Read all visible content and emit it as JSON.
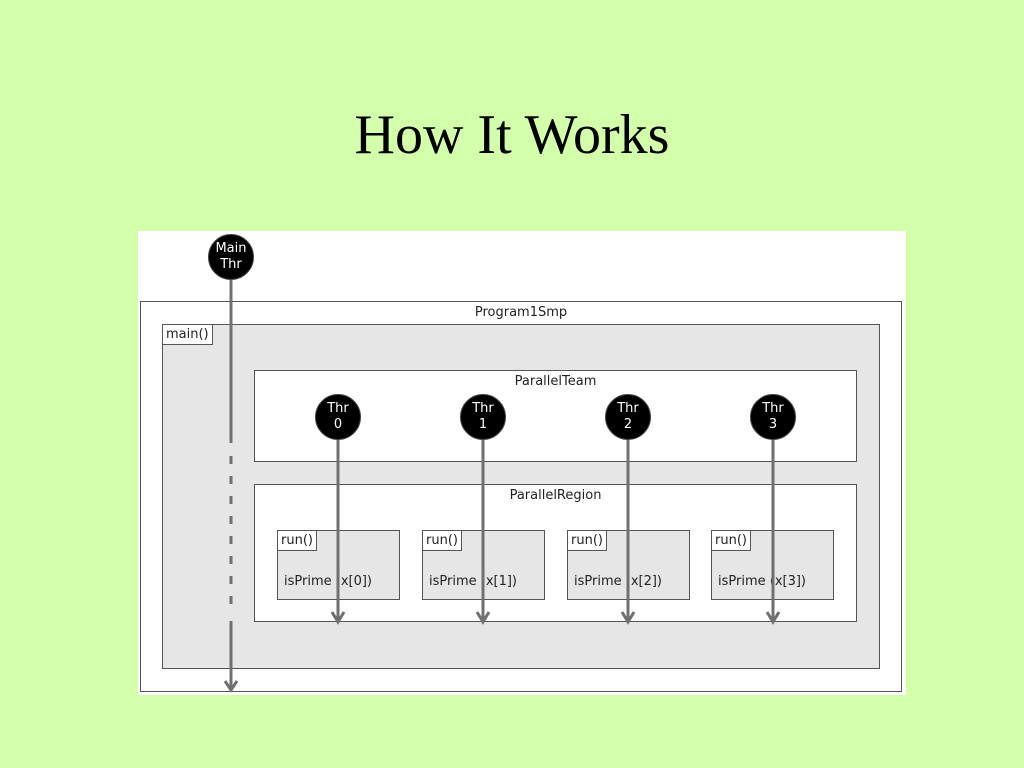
{
  "slide": {
    "title": "How It Works"
  },
  "diagram": {
    "main_thread": {
      "line1": "Main",
      "line2": "Thr"
    },
    "program_label": "Program1Smp",
    "main_label": "main()",
    "team_label": "ParallelTeam",
    "region_label": "ParallelRegion",
    "threads": [
      {
        "line1": "Thr",
        "line2": "0"
      },
      {
        "line1": "Thr",
        "line2": "1"
      },
      {
        "line1": "Thr",
        "line2": "2"
      },
      {
        "line1": "Thr",
        "line2": "3"
      }
    ],
    "runs": [
      {
        "tag": "run()",
        "call": "isPrime (x[0])"
      },
      {
        "tag": "run()",
        "call": "isPrime (x[1])"
      },
      {
        "tag": "run()",
        "call": "isPrime (x[2])"
      },
      {
        "tag": "run()",
        "call": "isPrime (x[3])"
      }
    ],
    "colors": {
      "background": "#d4ffaa",
      "box_fill": "#e6e6e6",
      "arrow": "#707070",
      "thread_fill": "#000000"
    }
  }
}
